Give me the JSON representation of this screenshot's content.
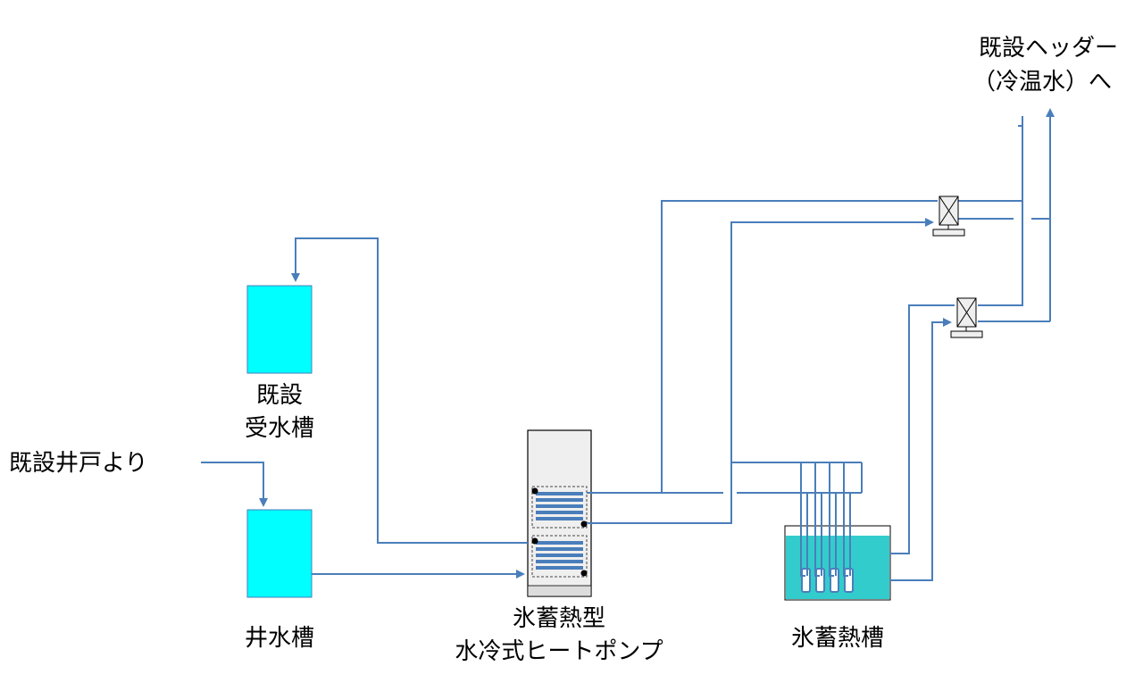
{
  "colors": {
    "pipe": "#4a7ebb",
    "tank_fill": "#00ffff",
    "ice_tank_water": "#33cccc",
    "unit_fill": "#efefef",
    "outline": "#000000"
  },
  "labels": {
    "well_source": "既設井戸より",
    "existing_tank_line1": "既設",
    "existing_tank_line2": "受水槽",
    "well_tank": "井水槽",
    "heat_pump_line1": "氷蓄熱型",
    "heat_pump_line2": "水冷式ヒートポンプ",
    "ice_tank": "氷蓄熱槽",
    "header_line1": "既設ヘッダー",
    "header_line2": "（冷温水）へ"
  },
  "icons": {
    "valve_upper": "three-way-valve-icon",
    "valve_lower": "three-way-valve-icon",
    "arrow": "arrow-head-icon"
  }
}
